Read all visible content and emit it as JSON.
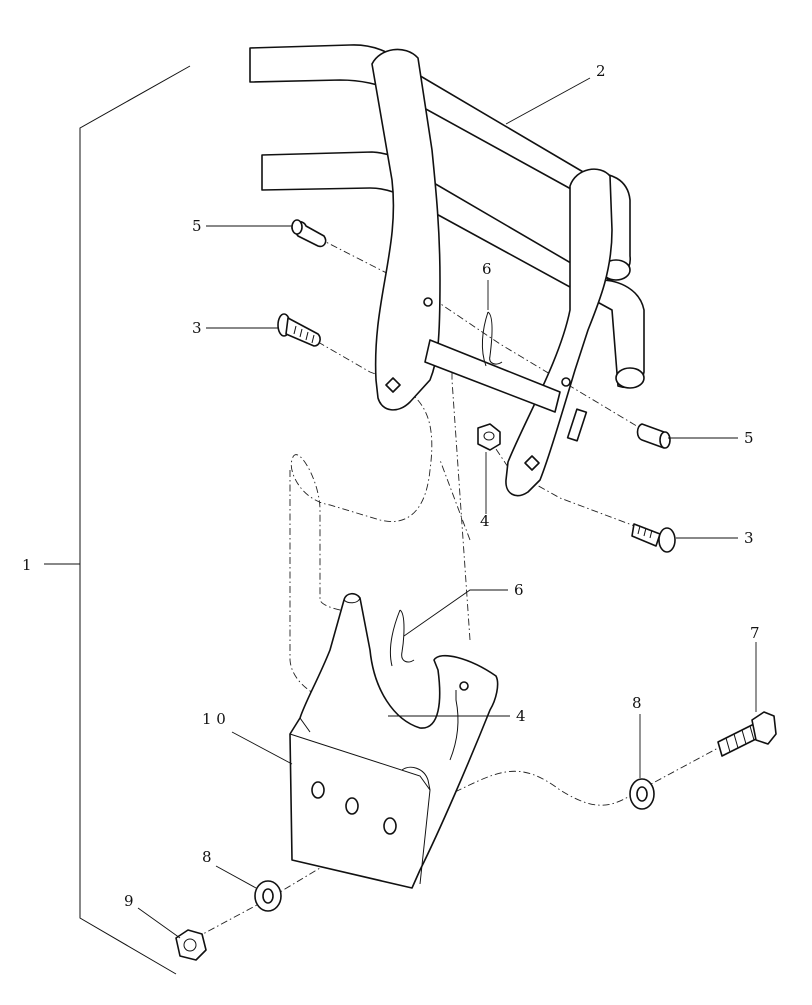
{
  "callouts": {
    "c1": "1",
    "c2": "2",
    "c3a": "3",
    "c3b": "3",
    "c4a": "4",
    "c4b": "4",
    "c5a": "5",
    "c5b": "5",
    "c6a": "6",
    "c6b": "6",
    "c7": "7",
    "c8a": "8",
    "c8b": "8",
    "c9": "9",
    "c10": "1 0"
  }
}
